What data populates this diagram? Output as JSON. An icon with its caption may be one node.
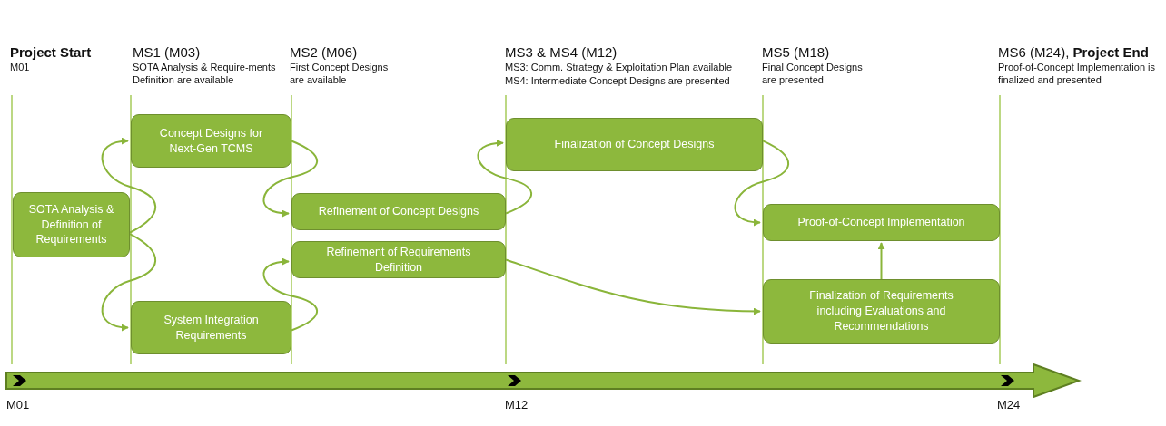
{
  "diagram": {
    "nodes": [
      {
        "text": [
          "SOTA Analysis & Definition of Requirements"
        ]
      },
      {
        "text": [
          "Concept Designs for Next-Gen TCMS"
        ]
      },
      {
        "text": [
          "System Integration Requirements"
        ]
      },
      {
        "text": [
          "Refinement of Concept Designs"
        ]
      },
      {
        "text": [
          "Refinement of Requirements Definition"
        ]
      },
      {
        "text": [
          "Finalization of Concept Designs"
        ]
      },
      {
        "text": [
          "Proof-of-Concept Implementation"
        ]
      },
      {
        "text": [
          "Finalization of Requirements including Evaluations and Recommendations"
        ]
      }
    ],
    "edges": [
      {
        "from": 0,
        "to": 1,
        "arrow": "to"
      },
      {
        "from": 0,
        "to": 2,
        "arrow": "to"
      },
      {
        "from": 1,
        "to": 3,
        "arrow": "to"
      },
      {
        "from": 2,
        "to": 4,
        "arrow": "to"
      },
      {
        "from": 3,
        "to": 5,
        "arrow": "to"
      },
      {
        "from": 4,
        "to": 7,
        "arrow": "to"
      },
      {
        "from": 5,
        "to": 6,
        "arrow": "to"
      },
      {
        "from": 7,
        "to": 6,
        "arrow": "to"
      }
    ],
    "labels": [
      "Project Start",
      "M01",
      "MS1 (M03)",
      "SOTA Analysis & Require-ments Definition are available",
      "MS2 (M06)",
      "First Concept Designs are available",
      "MS3 & MS4 (M12)",
      "MS3: Comm. Strategy & Exploitation Plan available",
      "MS4: Intermediate Concept Designs are presented",
      "MS5 (M18)",
      "Final Concept Designs are presented",
      "MS6 (M24), **Project End**",
      "Proof-of-Concept Implementation is finalized and presented",
      "M01",
      "M12",
      "M24"
    ]
  }
}
